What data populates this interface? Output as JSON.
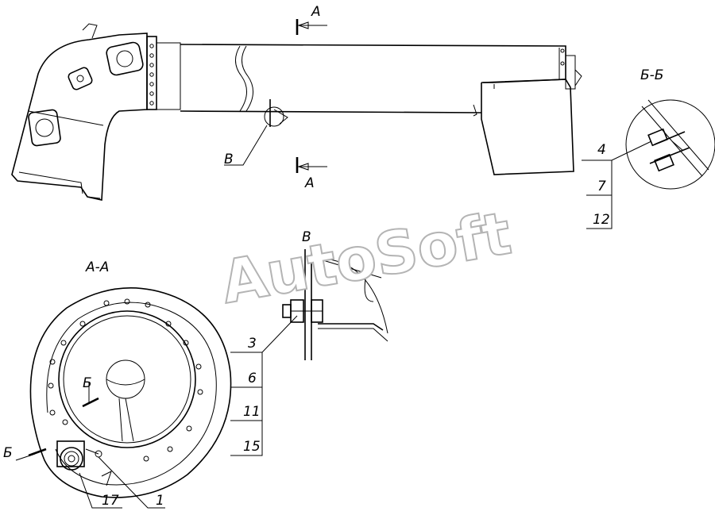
{
  "watermark": "AutoSoft",
  "section_labels": {
    "a_top": "А",
    "a_bottom": "А",
    "b_b": "Б-Б",
    "a_a": "А-А",
    "v_callout": "В",
    "v_detail": "В",
    "b_cut_1": "Б",
    "b_cut_2": "Б"
  },
  "callouts": {
    "c4": "4",
    "c7": "7",
    "c12": "12",
    "c3": "3",
    "c6": "6",
    "c11": "11",
    "c15": "15",
    "c17": "17",
    "c1": "1"
  }
}
